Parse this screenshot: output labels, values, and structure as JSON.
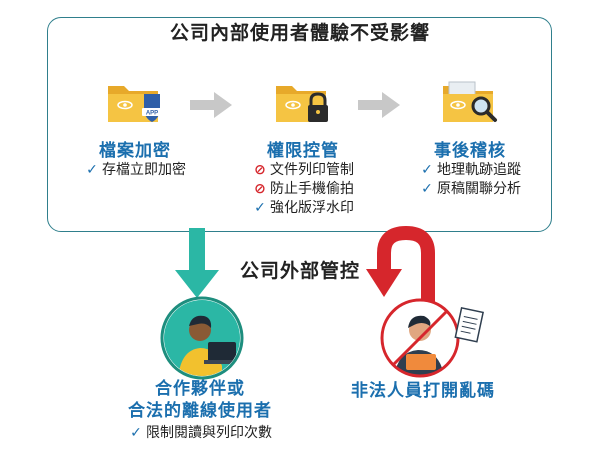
{
  "title": "公司內部使用者體驗不受影響",
  "external_label": "公司外部管控",
  "steps": [
    {
      "title": "檔案加密",
      "items": [
        {
          "mark": "✓",
          "text": "存檔立即加密"
        }
      ]
    },
    {
      "title": "權限控管",
      "items": [
        {
          "mark": "⊘",
          "text": "文件列印管制"
        },
        {
          "mark": "⊘",
          "text": "防止手機偷拍"
        },
        {
          "mark": "✓",
          "text": "強化版浮水印"
        }
      ]
    },
    {
      "title": "事後稽核",
      "items": [
        {
          "mark": "✓",
          "text": "地理軌跡追蹤"
        },
        {
          "mark": "✓",
          "text": "原稿關聯分析"
        }
      ]
    }
  ],
  "partner": {
    "title_line1": "合作夥伴或",
    "title_line2": "合法的離線使用者",
    "item": "限制閱讀與列印次數",
    "mark": "✓"
  },
  "illegal": {
    "title": "非法人員打開亂碼"
  },
  "colors": {
    "blue": "#1b6fae",
    "teal": "#2f7f8c",
    "green": "#2bb7a5",
    "red": "#d6262c",
    "folder": "#f5c443"
  }
}
